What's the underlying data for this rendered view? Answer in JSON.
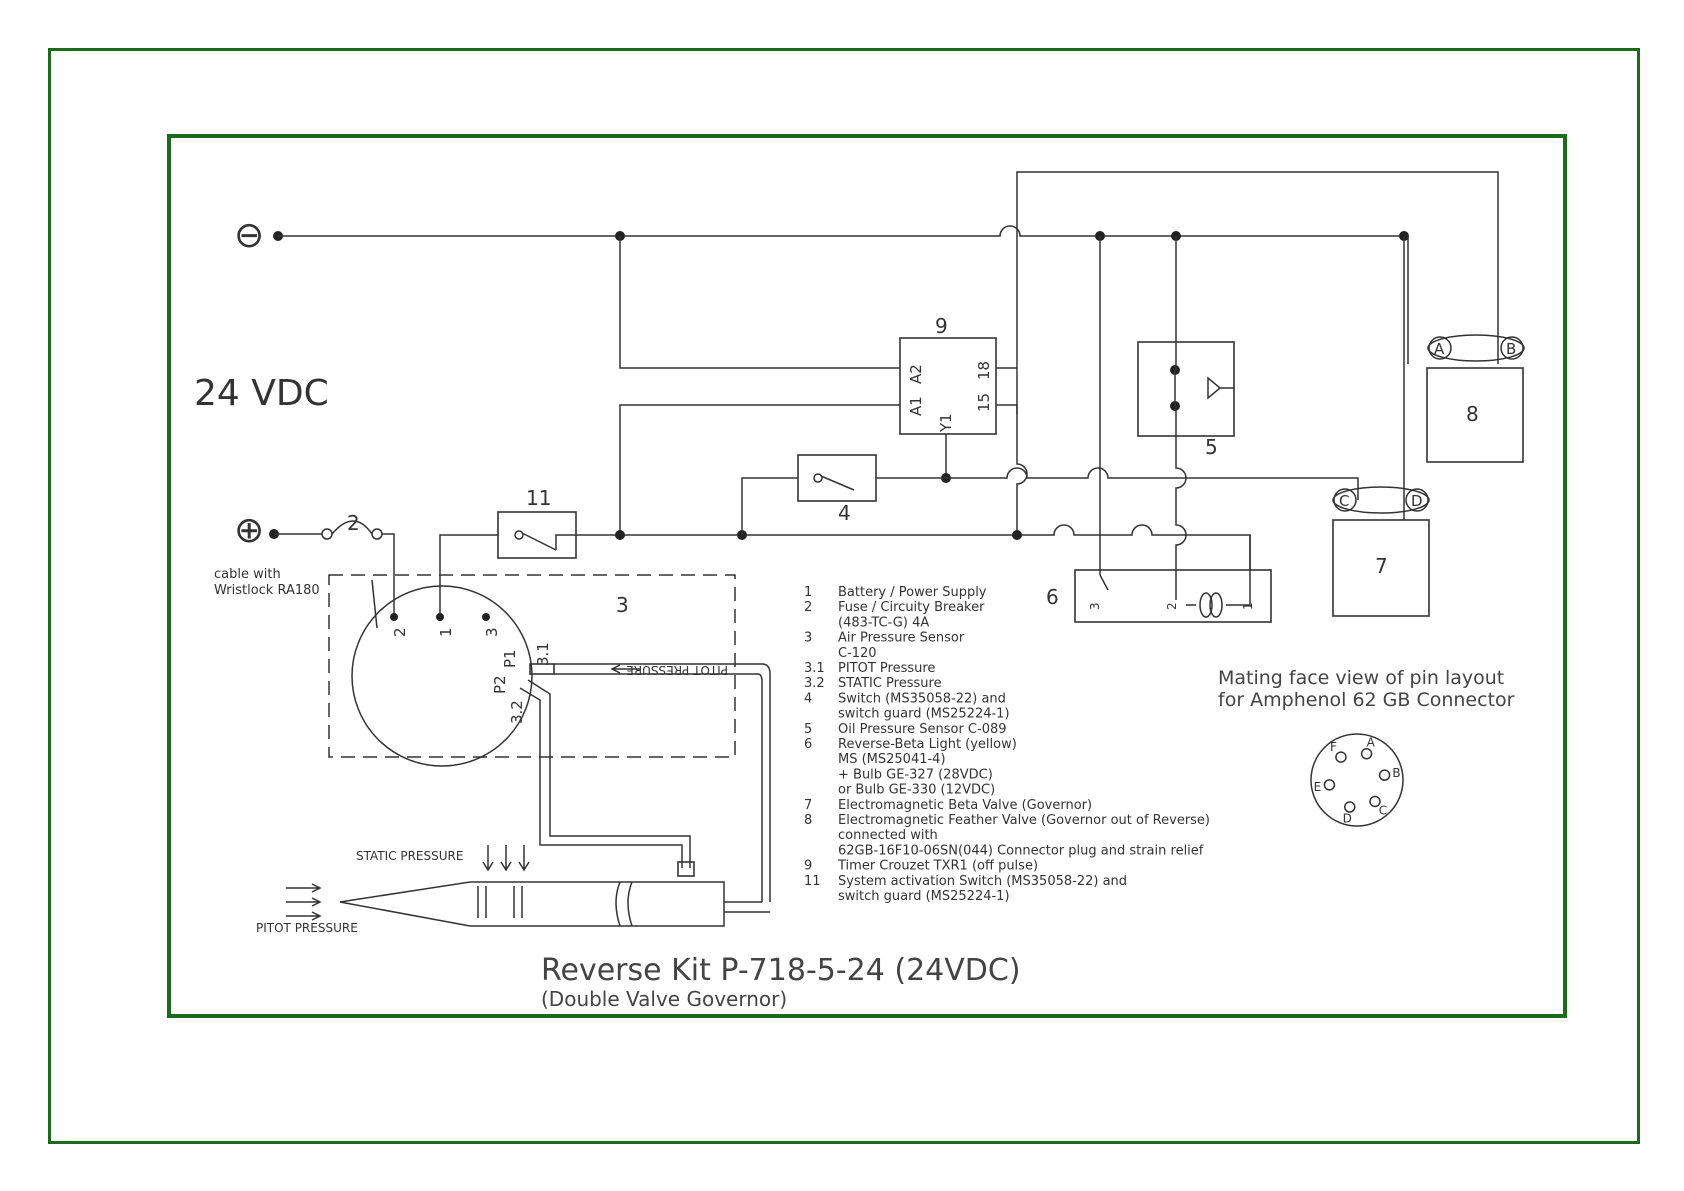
{
  "supply": {
    "minus_symbol": "⊖",
    "plus_symbol": "⊕",
    "voltage": "24 VDC"
  },
  "components": {
    "fuse": "2",
    "switch_11": "11",
    "timer": "9",
    "timer_pins": {
      "a1": "A1",
      "a2": "A2",
      "y1": "Y1",
      "p15": "15",
      "p18": "18"
    },
    "oil_sensor": "5",
    "switch_4": "4",
    "light": "6",
    "light_pins": {
      "p3": "3",
      "p2": "2",
      "p1": "1"
    },
    "beta_valve": "7",
    "beta_pins": {
      "c": "C",
      "d": "D"
    },
    "feather_valve": "8",
    "feather_pins": {
      "a": "A",
      "b": "B"
    },
    "sensor": "3",
    "sensor_pins": {
      "p2": "2",
      "p1": "1",
      "p3": "3",
      "p31": "3.1",
      "p32": "3.2",
      "P1": "P1",
      "P2": "P2"
    }
  },
  "cable_note": [
    "cable with",
    "Wristlock RA180"
  ],
  "pitot_tube_label": "PITOT PRESSURE",
  "static_pressure": "STATIC PRESSURE",
  "pitot_pressure": "PITOT PRESSURE",
  "legend": [
    {
      "num": "1",
      "text": "Battery / Power Supply"
    },
    {
      "num": "2",
      "text": "Fuse / Circuity Breaker"
    },
    {
      "num": "",
      "text": "(483-TC-G) 4A"
    },
    {
      "num": "3",
      "text": "Air Pressure Sensor"
    },
    {
      "num": "",
      "text": "C-120"
    },
    {
      "num": "3.1",
      "text": "PITOT Pressure"
    },
    {
      "num": "3.2",
      "text": "STATIC Pressure"
    },
    {
      "num": "4",
      "text": "Switch (MS35058-22) and"
    },
    {
      "num": "",
      "text": "switch guard (MS25224-1)"
    },
    {
      "num": "5",
      "text": "Oil Pressure Sensor C-089"
    },
    {
      "num": "6",
      "text": "Reverse-Beta Light (yellow)"
    },
    {
      "num": "",
      "text": "MS (MS25041-4)"
    },
    {
      "num": "",
      "text": "+ Bulb GE-327 (28VDC)"
    },
    {
      "num": "",
      "text": "or Bulb GE-330 (12VDC)"
    },
    {
      "num": "7",
      "text": "Electromagnetic Beta Valve (Governor)"
    },
    {
      "num": "8",
      "text": "Electromagnetic  Feather Valve (Governor out of Reverse)"
    },
    {
      "num": "",
      "text": "connected with"
    },
    {
      "num": "",
      "text": "62GB-16F10-06SN(044) Connector plug and strain relief"
    },
    {
      "num": "9",
      "text": "Timer Crouzet TXR1 (off pulse)"
    },
    {
      "num": "11",
      "text": "System activation Switch (MS35058-22) and"
    },
    {
      "num": "",
      "text": "switch guard (MS25224-1)"
    }
  ],
  "mating": {
    "line1": "Mating face view of pin layout",
    "line2": "for Amphenol 62 GB Connector",
    "pins": [
      "A",
      "B",
      "C",
      "D",
      "E",
      "F"
    ]
  },
  "title": "Reverse Kit P-718-5-24 (24VDC)",
  "subtitle": "(Double Valve Governor)",
  "colors": {
    "frame": "#1a6b1a",
    "line": "#333333"
  }
}
